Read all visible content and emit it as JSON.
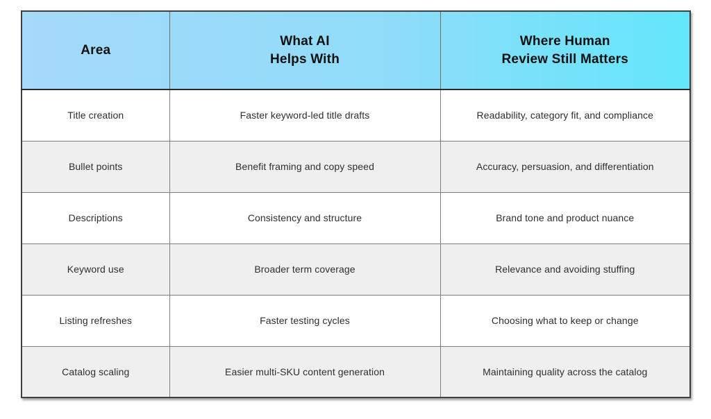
{
  "chart_data": {
    "type": "table",
    "columns": [
      "Area",
      "What AI\nHelps With",
      "Where Human\nReview Still Matters"
    ],
    "rows": [
      {
        "area": "Title creation",
        "ai": "Faster keyword-led title drafts",
        "human": "Readability, category fit, and compliance"
      },
      {
        "area": "Bullet points",
        "ai": "Benefit framing and copy speed",
        "human": "Accuracy, persuasion, and differentiation"
      },
      {
        "area": "Descriptions",
        "ai": "Consistency and structure",
        "human": "Brand tone and product nuance"
      },
      {
        "area": "Keyword use",
        "ai": "Broader term coverage",
        "human": "Relevance and avoiding stuffing"
      },
      {
        "area": "Listing refreshes",
        "ai": "Faster testing cycles",
        "human": "Choosing what to keep or change"
      },
      {
        "area": "Catalog scaling",
        "ai": "Easier multi-SKU content generation",
        "human": "Maintaining quality across the catalog"
      }
    ],
    "layout": {
      "header_background": "gradient-left-to-right",
      "zebra_striping": true,
      "grid": true
    }
  },
  "colors": {
    "header_gradient_start": "#a6d9fa",
    "header_gradient_end": "#63e6fb",
    "row_default": "#ffffff",
    "row_alternate": "#efefef",
    "grid_line": "#7f7f7f",
    "outer_border": "#3f3f3f",
    "header_text": "#101010",
    "body_text": "#2e2e2e"
  }
}
